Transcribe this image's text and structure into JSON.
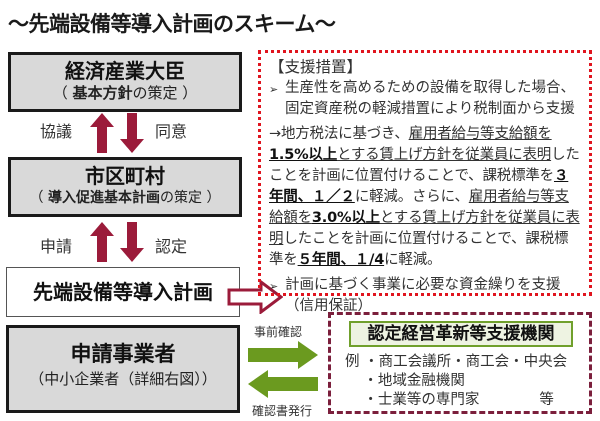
{
  "title": "～先端設備等導入計画のスキーム～",
  "flow": {
    "minister": {
      "label": "経済産業大臣",
      "sub_open": "（ ",
      "sub_bold": "基本方針",
      "sub_rest": "の策定 ）"
    },
    "link1": {
      "left_label": "協議",
      "right_label": "同意"
    },
    "municipality": {
      "label": "市区町村",
      "sub_open": "（ ",
      "sub_bold": "導入促進基本計画",
      "sub_rest": "の策定 ）"
    },
    "link2": {
      "left_label": "申請",
      "right_label": "認定"
    },
    "plan": {
      "label": "先端設備等導入計画"
    },
    "applicant": {
      "label": "申請事業者",
      "sub": "（中小企業者（詳細右図））"
    }
  },
  "support": {
    "header": "【支援措置】",
    "bullet1": "生産性を高めるための設備を取得した場合、固定資産税の軽減措置により税制面から支援",
    "para": {
      "p1": "→地方税法に基づき、",
      "p2_u": "雇用者給与等支給額を",
      "p3_bu": "1.5%以上",
      "p4_u": "とする賃上げ方針を従業員に表明",
      "p5": "したことを計画に位置付けることで、課税標準を",
      "p6_bu": "３年間、１／２",
      "p7": "に軽減。さらに、",
      "p8_u": "雇用者給与等支給額を",
      "p9_bu": "3.0%以上",
      "p10_u": "とする賃上げ方針を従業員に表明",
      "p11": "したことを計画に位置付けることで、課税標準を",
      "p12_bu": "５年間、１/4",
      "p13": "に軽減。"
    },
    "bullet2": "計画に基づく事業に必要な資金繰りを支援（信用保証）"
  },
  "exchange": {
    "to_label": "事前確認",
    "from_label": "確認書発行"
  },
  "organization": {
    "title": "認定経営革新等支援機関",
    "examples": "例 ・商工会議所・商工会・中央会\n    ・地域金融機関\n    ・士業等の専門家             等"
  },
  "colors": {
    "arrow_maroon": "#9b1b3a",
    "arrow_green": "#6b9a1f",
    "dotted_red": "#e0141e",
    "dashed_maroon": "#7b1f3c",
    "box_gray": "#d9d9d9"
  }
}
